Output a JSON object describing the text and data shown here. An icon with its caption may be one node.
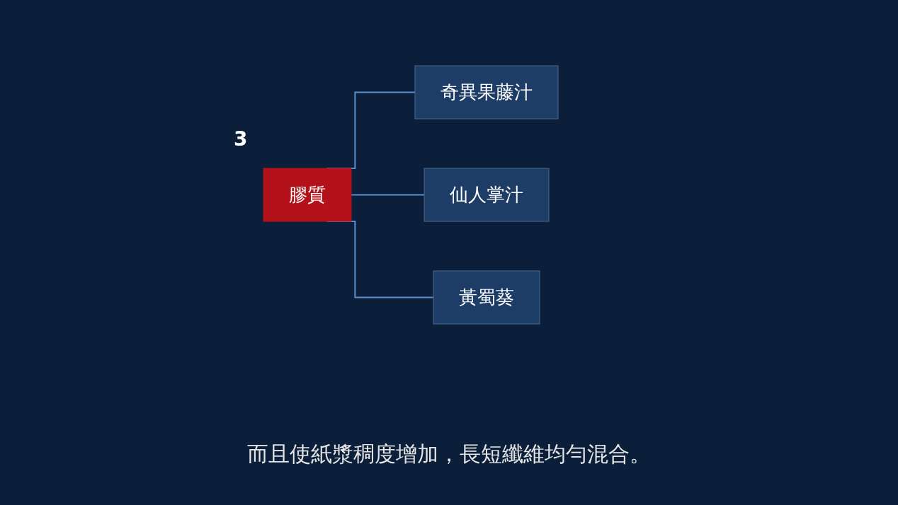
{
  "diagram": {
    "caption": "而且使紙漿稠度增加，長短纖維均勻混合。",
    "nodes": [
      {
        "text": [
          "膠質"
        ]
      },
      {
        "text": [
          "奇異果藤汁"
        ]
      },
      {
        "text": [
          "仙人掌汁"
        ]
      },
      {
        "text": [
          "黃蜀葵"
        ]
      }
    ],
    "edges": [
      {
        "from": 0,
        "to": 1,
        "arrow": "none"
      },
      {
        "from": 0,
        "to": 2,
        "arrow": "none"
      },
      {
        "from": 0,
        "to": 3,
        "arrow": "none"
      }
    ],
    "labels": [
      "3"
    ]
  }
}
